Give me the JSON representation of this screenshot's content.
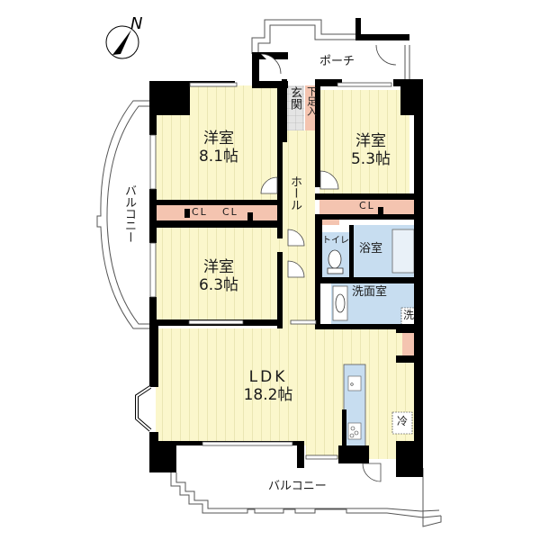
{
  "floorplan": {
    "compass": {
      "label": "N",
      "icon": "north-arrow-icon"
    },
    "rooms": [
      {
        "id": "western-room-1",
        "name": "洋室",
        "size": "8.1帖"
      },
      {
        "id": "western-room-2",
        "name": "洋室",
        "size": "5.3帖"
      },
      {
        "id": "western-room-3",
        "name": "洋室",
        "size": "6.3帖"
      },
      {
        "id": "ldk",
        "name": "LDK",
        "size": "18.2帖"
      }
    ],
    "labels": {
      "porch": "ポーチ",
      "entrance": "玄関",
      "shoe_box": "下足入",
      "hall": "ホール",
      "closet_a": "CL",
      "closet_b": "CL",
      "closet_c": "CL",
      "toilet": "トイレ",
      "bathroom": "浴室",
      "washroom": "洗面室",
      "washer": "洗",
      "fridge": "冷",
      "balcony_west": "バルコニー",
      "balcony_south": "バルコニー"
    },
    "colors": {
      "floor": "#fbf7cc",
      "floor_lines": "#d9d49a",
      "closet": "#f4c4b0",
      "wet_area": "#c7ddf0",
      "entrance_tile": "#dcdcdc",
      "wall": "#000000"
    }
  }
}
